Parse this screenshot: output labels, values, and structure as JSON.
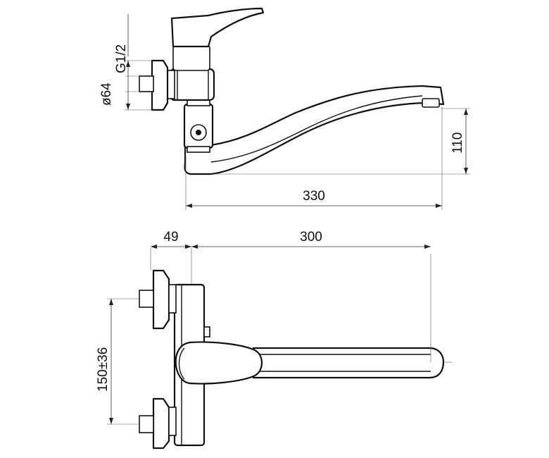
{
  "dimensions": {
    "thread": "G1/2",
    "diameter": "ø64",
    "height_110": "110",
    "length_330": "330",
    "offset_49": "49",
    "spout_300": "300",
    "center_distance": "150±36"
  }
}
